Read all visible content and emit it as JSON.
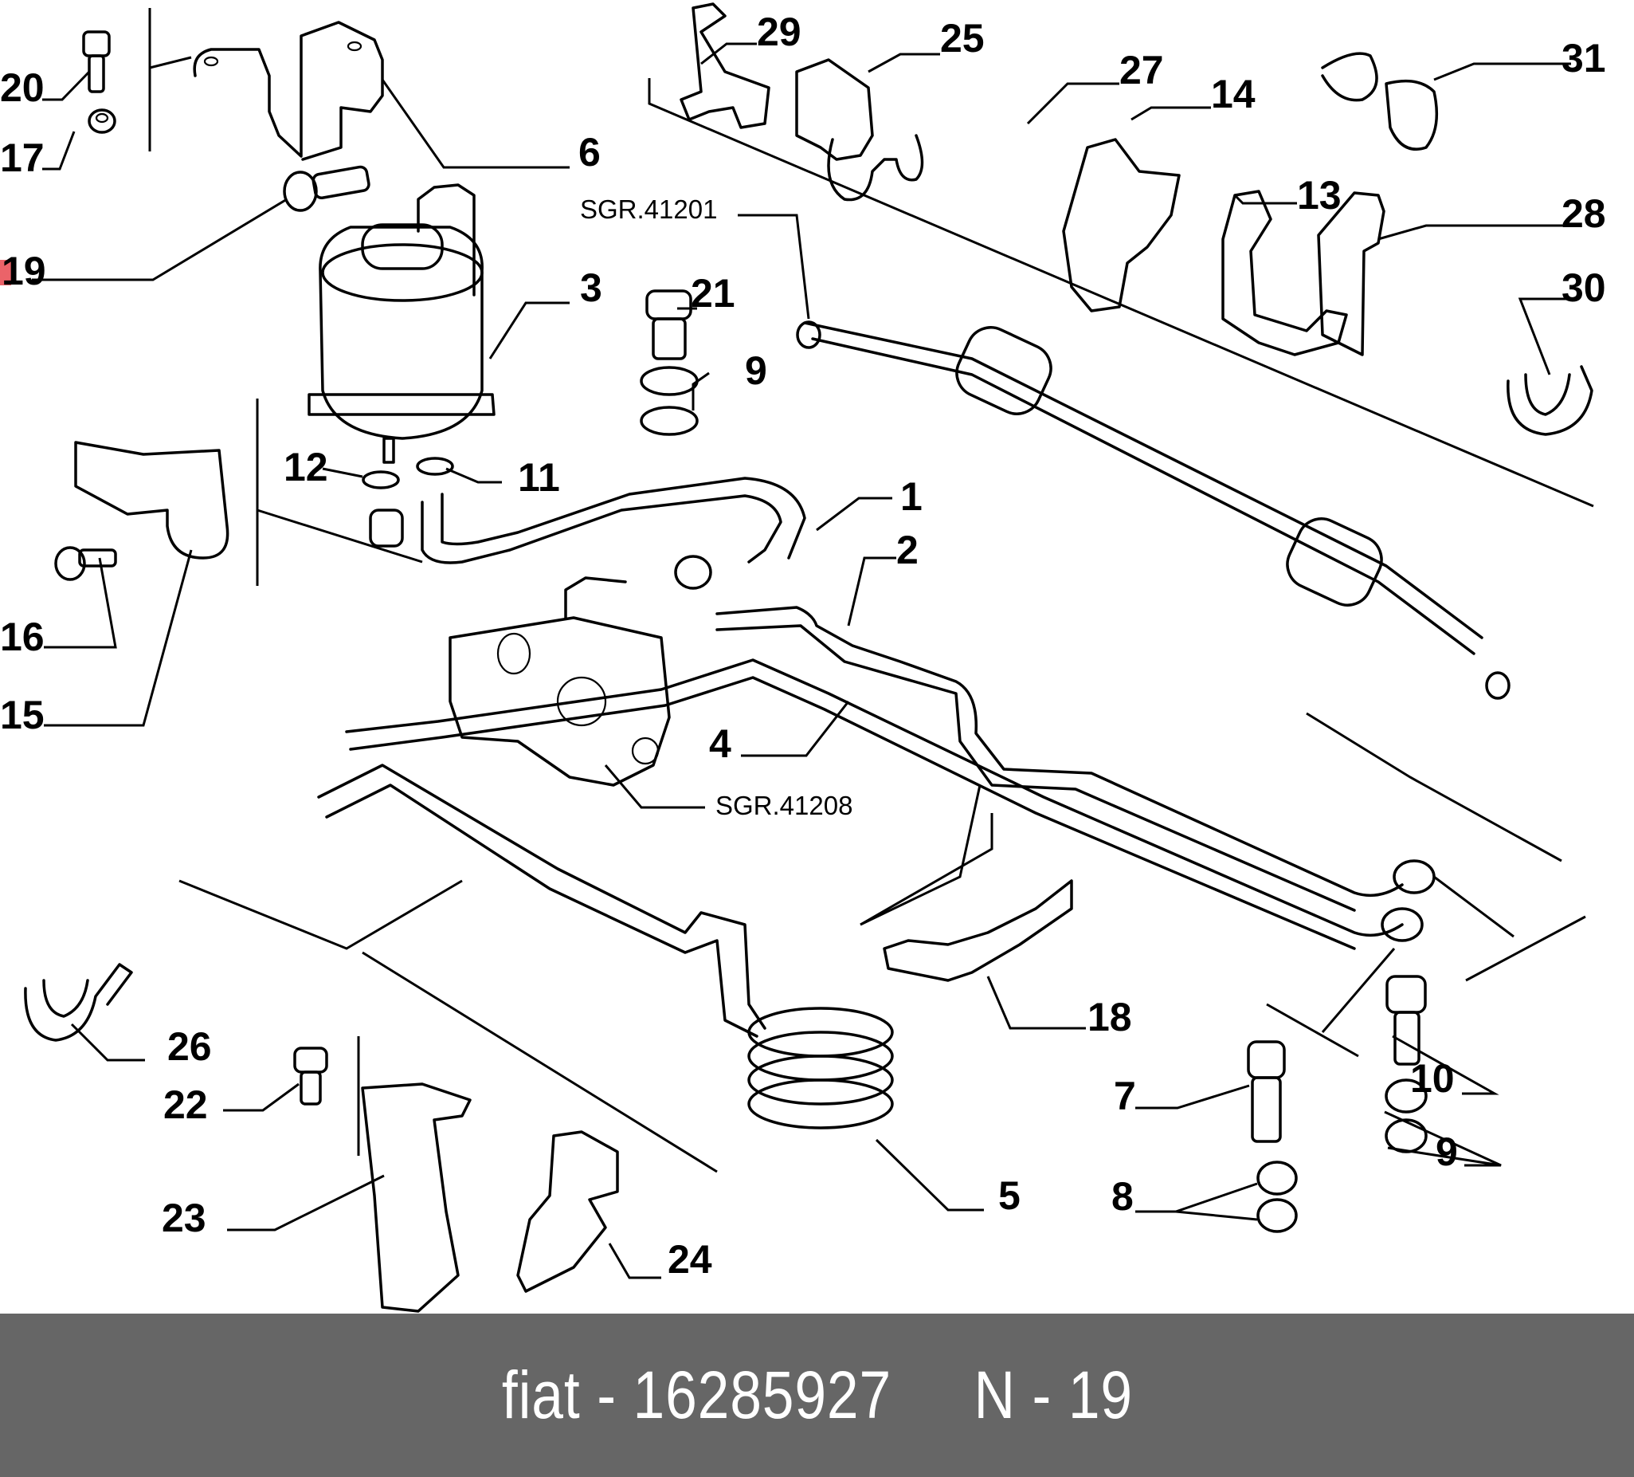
{
  "diagram": {
    "title": "Power steering system exploded parts diagram",
    "highlight_color": "#e8484f",
    "highlighted_part": "19",
    "callouts": [
      {
        "id": "20",
        "label": "20"
      },
      {
        "id": "17",
        "label": "17"
      },
      {
        "id": "19",
        "label": "19"
      },
      {
        "id": "6",
        "label": "6"
      },
      {
        "id": "3",
        "label": "3"
      },
      {
        "id": "12",
        "label": "12"
      },
      {
        "id": "11",
        "label": "11"
      },
      {
        "id": "16",
        "label": "16"
      },
      {
        "id": "15",
        "label": "15"
      },
      {
        "id": "29",
        "label": "29"
      },
      {
        "id": "25",
        "label": "25"
      },
      {
        "id": "27",
        "label": "27"
      },
      {
        "id": "14",
        "label": "14"
      },
      {
        "id": "31",
        "label": "31"
      },
      {
        "id": "13",
        "label": "13"
      },
      {
        "id": "28",
        "label": "28"
      },
      {
        "id": "30",
        "label": "30"
      },
      {
        "id": "21",
        "label": "21"
      },
      {
        "id": "9a",
        "label": "9"
      },
      {
        "id": "1",
        "label": "1"
      },
      {
        "id": "2",
        "label": "2"
      },
      {
        "id": "4",
        "label": "4"
      },
      {
        "id": "18",
        "label": "18"
      },
      {
        "id": "26",
        "label": "26"
      },
      {
        "id": "22",
        "label": "22"
      },
      {
        "id": "23",
        "label": "23"
      },
      {
        "id": "24",
        "label": "24"
      },
      {
        "id": "5",
        "label": "5"
      },
      {
        "id": "7",
        "label": "7"
      },
      {
        "id": "8",
        "label": "8"
      },
      {
        "id": "10",
        "label": "10"
      },
      {
        "id": "9b",
        "label": "9"
      }
    ],
    "references": [
      {
        "id": "sgr-41201",
        "label": "SGR.41201"
      },
      {
        "id": "sgr-41208",
        "label": "SGR.41208"
      }
    ]
  },
  "footer": {
    "brand": "fiat",
    "part_number": "16285927",
    "position": "N - 19",
    "text": "fiat - 16285927     N - 19",
    "background": "#666666",
    "text_color": "#ffffff"
  }
}
